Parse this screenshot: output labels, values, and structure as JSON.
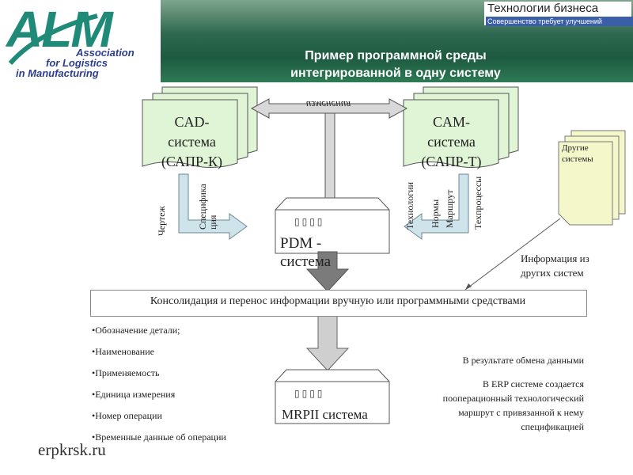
{
  "header": {
    "logo_letters": "ALM",
    "logo_lines": [
      "Association",
      "for Logistics",
      "in Manufacturing"
    ],
    "title_line1": "Пример программной среды",
    "title_line2": "интегрированной в одну систему",
    "brand_title": "Технологии бизнеса",
    "brand_slogan": "Совершенство требует улучшений"
  },
  "diagram": {
    "cad": {
      "line1": "CAD-",
      "line2": "система",
      "line3": "(САПР-К)"
    },
    "cam": {
      "line1": "CAM-",
      "line2": "система",
      "line3": "(САПР-Т)"
    },
    "changes_label": "изменения",
    "cad_outputs": [
      "Чертеж",
      "Специфика ция"
    ],
    "cam_outputs": [
      "Технологии",
      "Нормы",
      "Маршрут",
      "Техпроцессы"
    ],
    "other_systems": "Другие системы",
    "other_info": "Информация из других систем",
    "pdm": {
      "line1": "PDM -",
      "line2": "система",
      "glyphs": "▯▯▯▯"
    },
    "consolidation": "Консолидация и перенос информации вручную или программными средствами",
    "mrp": {
      "label": "MRPII система",
      "glyphs": "▯▯▯▯"
    },
    "bullets": [
      "•Обозначение детали;",
      "•Наименование",
      "•Применяемость",
      "•Единица измерения",
      "•Номер операции",
      "•Временные данные об операции"
    ],
    "result_title": "В результате обмена данными",
    "result_text": [
      "В ERP системе создается",
      "пооперационный технологический",
      "маршрут с привязанной к нему",
      "спецификацией"
    ]
  },
  "footer": {
    "site": "erpkrsk.ru"
  },
  "colors": {
    "green_doc": "#dff5d6",
    "arrow_blue": "#cfe3ea",
    "arrow_grey": "#7b7b7b",
    "header_green": "#2f6a50"
  }
}
